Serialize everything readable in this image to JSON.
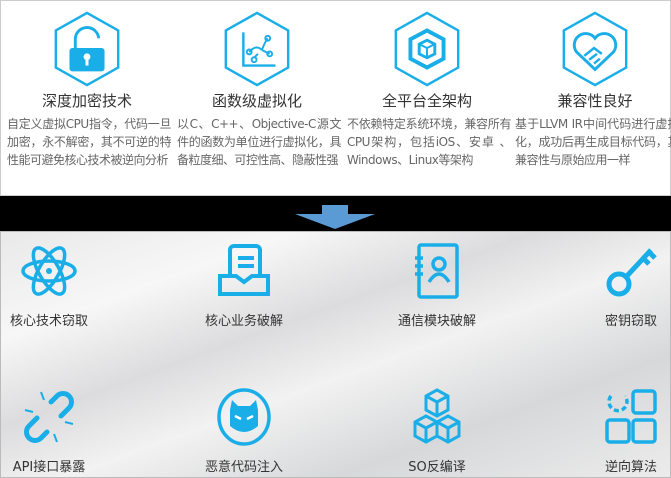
{
  "accent": "#1aaee8",
  "features": [
    {
      "icon": "lock-open-icon",
      "title": "深度加密技术",
      "desc": "自定义虚拟CPU指令，代码一旦加密，永不解密，其不可逆的特性能可避免核心技术被逆向分析"
    },
    {
      "icon": "graph-nodes-icon",
      "title": "函数级虚拟化",
      "desc": "以C、C++、Objective-C源文件的函数为单位进行虚拟化，具备粒度细、可控性高、隐蔽性强"
    },
    {
      "icon": "cube-icon",
      "title": "全平台全架构",
      "desc": "不依赖特定系统环境，兼容所有CPU架构，包括iOS、安卓 、Windows、Linux等架构"
    },
    {
      "icon": "heart-handshake-icon",
      "title": "兼容性良好",
      "desc": "基于LLVM IR中间代码进行虚拟化，成功后再生成目标代码，其兼容性与原始应用一样"
    }
  ],
  "threats": [
    {
      "icon": "atom-icon",
      "label": "核心技术窃取"
    },
    {
      "icon": "inbox-document-icon",
      "label": "核心业务破解"
    },
    {
      "icon": "contact-book-icon",
      "label": "通信模块破解"
    },
    {
      "icon": "key-icon",
      "label": "密钥窃取"
    },
    {
      "icon": "broken-link-icon",
      "label": "API接口暴露"
    },
    {
      "icon": "devil-face-icon",
      "label": "恶意代码注入"
    },
    {
      "icon": "cubes-icon",
      "label": "SO反编译"
    },
    {
      "icon": "grid-icon",
      "label": "逆向算法"
    }
  ]
}
